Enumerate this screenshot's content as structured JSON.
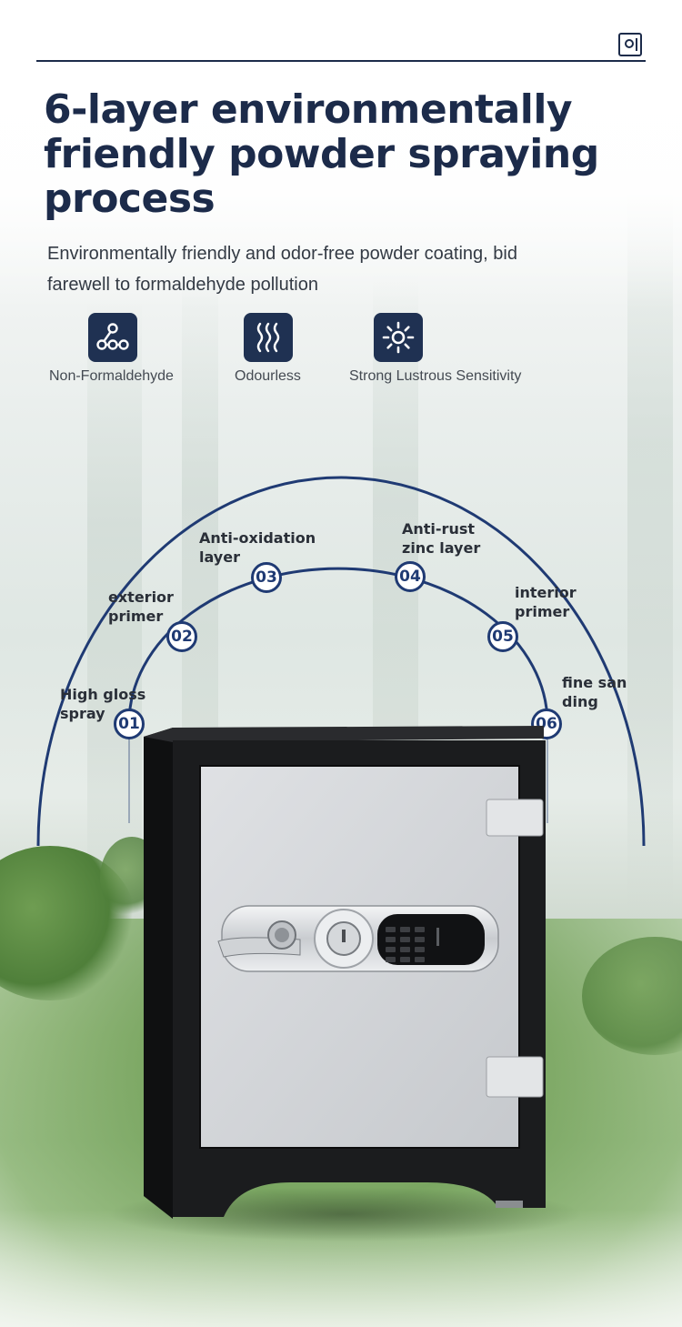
{
  "header": {
    "title": "6-layer environmentally friendly powder spraying process",
    "subtitle": "Environmentally friendly and odor-free powder coating, bid farewell to formaldehyde pollution"
  },
  "features": [
    {
      "icon": "molecule-icon",
      "label": "Non-Formaldehyde"
    },
    {
      "icon": "odour-waves-icon",
      "label": "Odourless"
    },
    {
      "icon": "sun-shine-icon",
      "label": "Strong Lustrous Sensitivity"
    }
  ],
  "steps": [
    {
      "number": "01",
      "label": "High gloss spray"
    },
    {
      "number": "02",
      "label": "exterior primer"
    },
    {
      "number": "03",
      "label": "Anti-oxidation layer"
    },
    {
      "number": "04",
      "label": "Anti-rust zinc layer"
    },
    {
      "number": "05",
      "label": "interior primer"
    },
    {
      "number": "06",
      "label": "fine san ding"
    }
  ],
  "colors": {
    "navy": "#1c2b4a",
    "accent": "#1f3a73",
    "icon_bg": "#1f3152",
    "safe_body": "#1b1c1e",
    "safe_door": "#d3d6d9"
  },
  "product": {
    "image": "safe-with-keypad",
    "keypad_keys": [
      "1",
      "2",
      "3",
      "4",
      "5",
      "6",
      "7",
      "8",
      "9",
      "*",
      "0",
      "#"
    ]
  }
}
